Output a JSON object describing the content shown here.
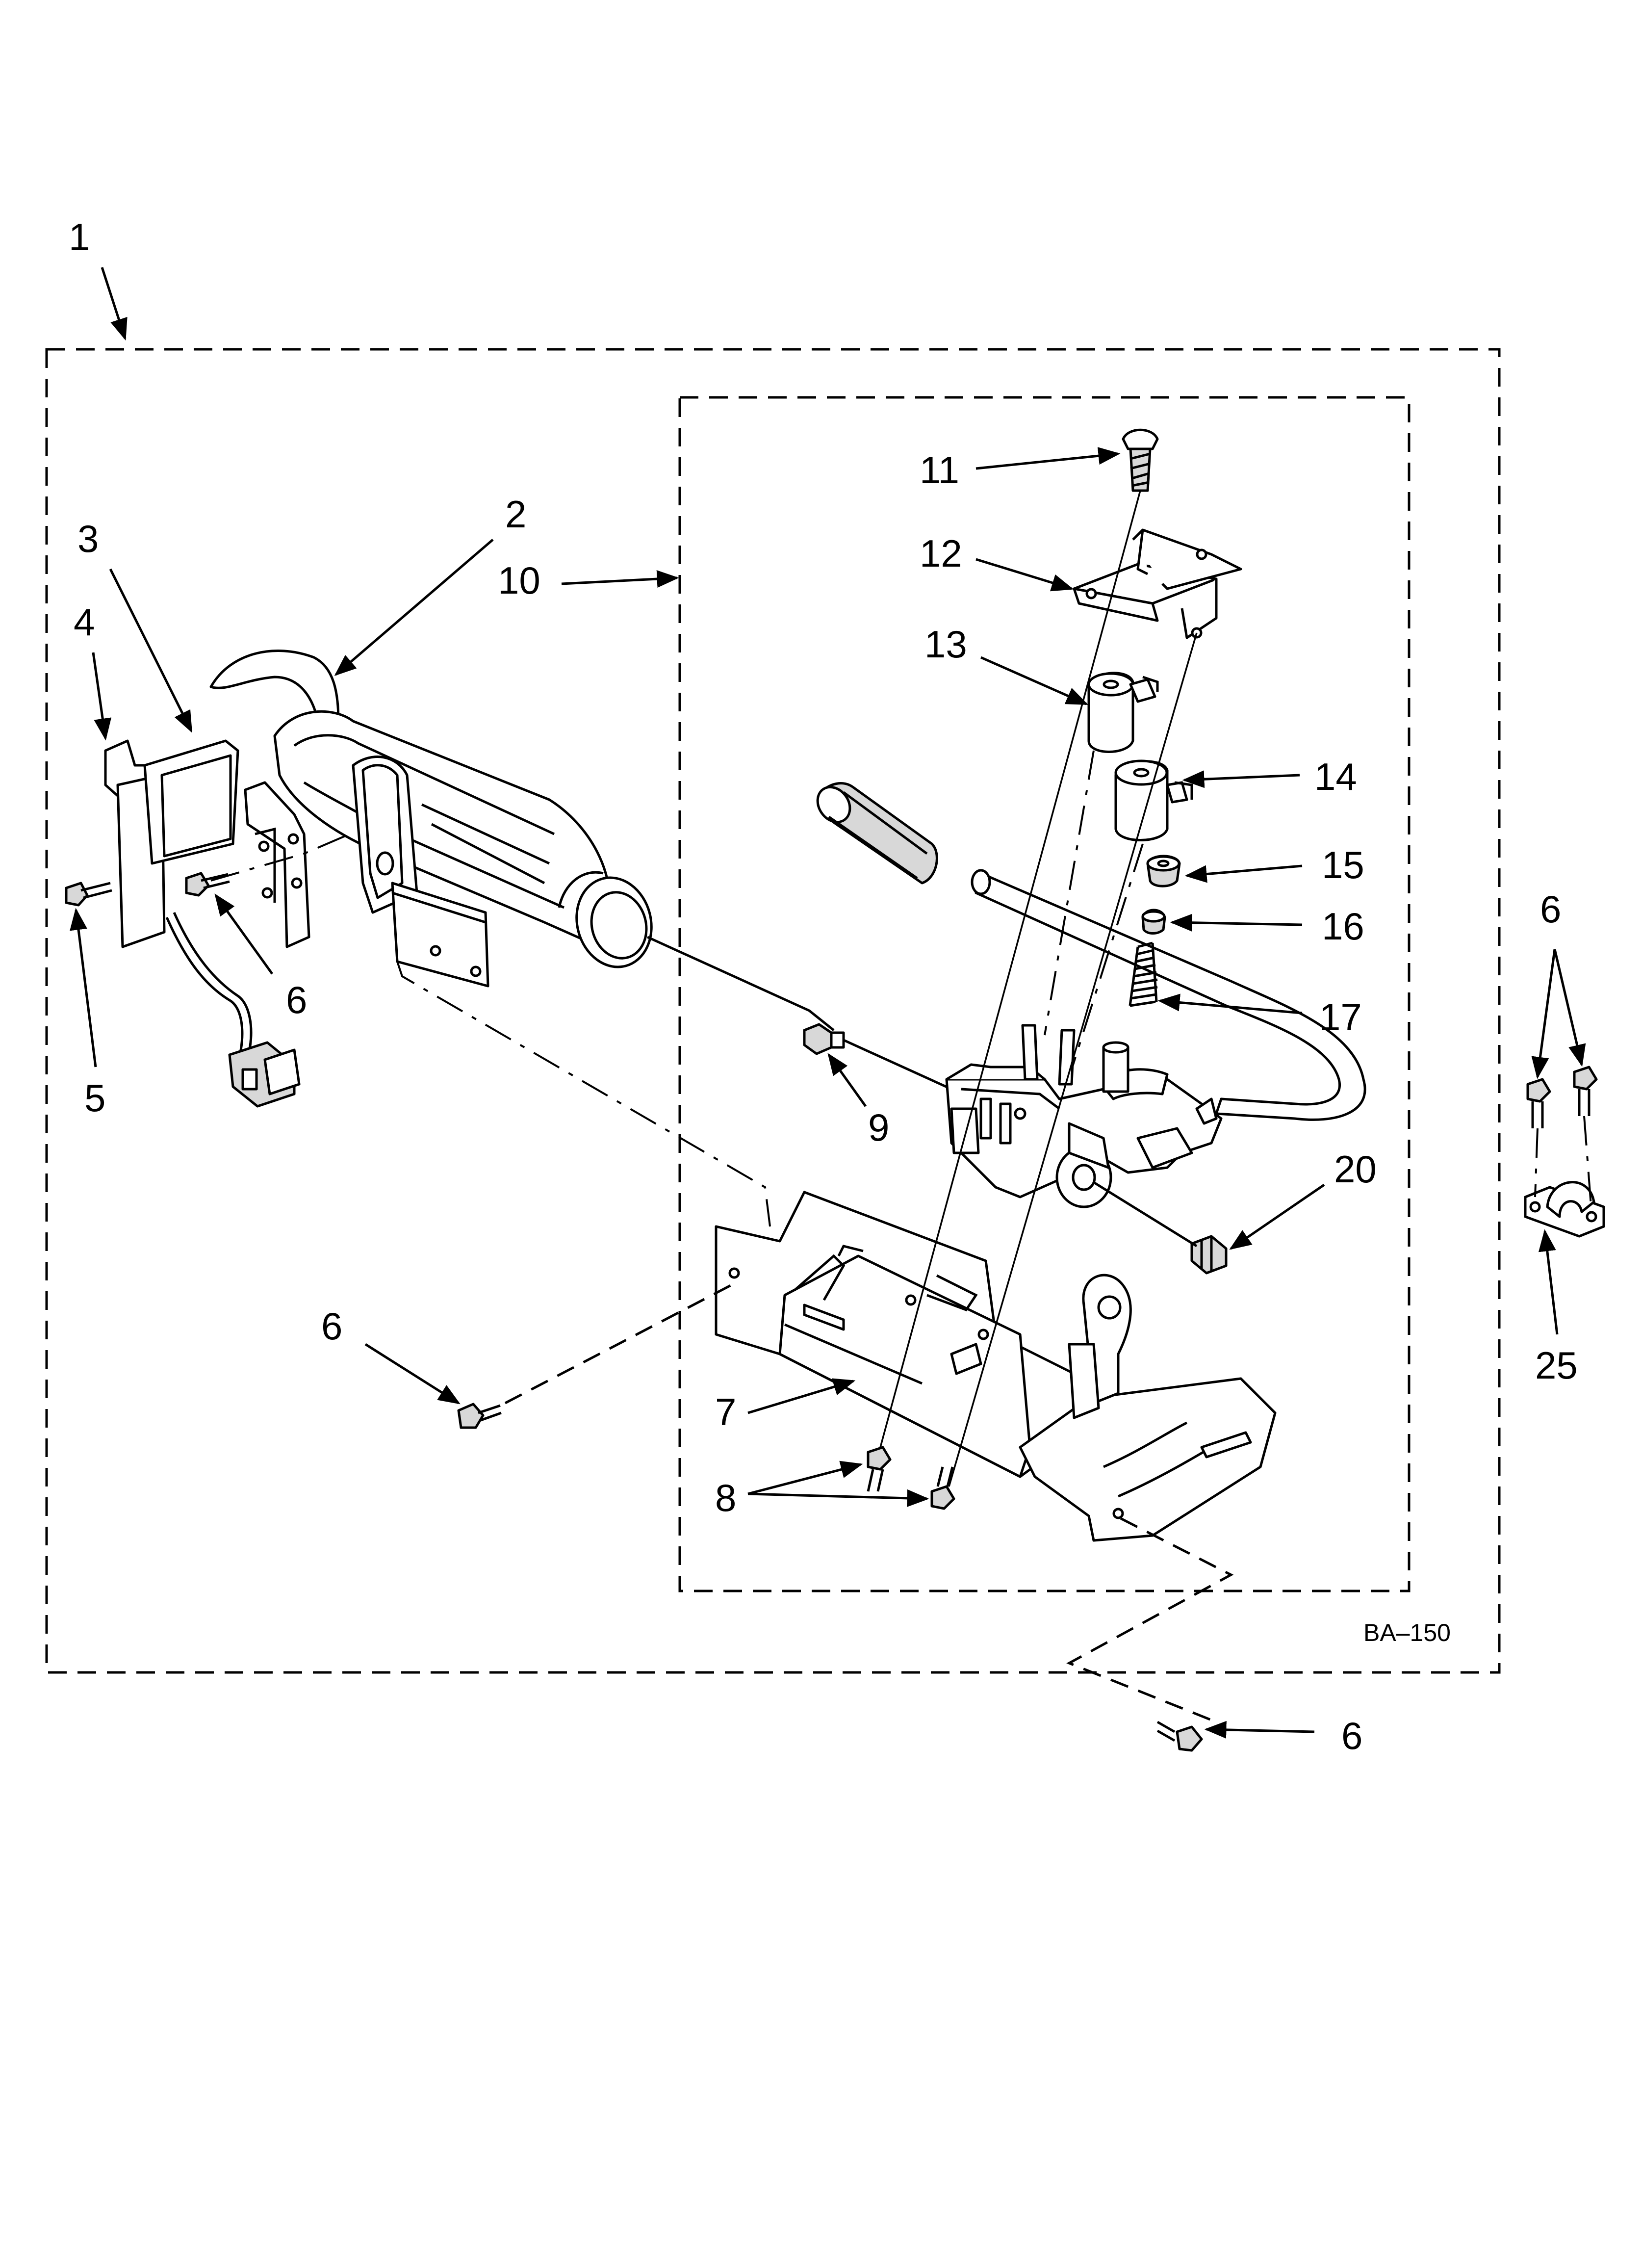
{
  "diagram": {
    "drawing_code": "BA–150",
    "callouts": {
      "c1": "1",
      "c2": "2",
      "c3": "3",
      "c4": "4",
      "c5": "5",
      "c6_left": "6",
      "c6_mid": "6",
      "c6_right": "6",
      "c6_bottom": "6",
      "c7": "7",
      "c8": "8",
      "c9": "9",
      "c10": "10",
      "c11": "11",
      "c12": "12",
      "c13": "13",
      "c14": "14",
      "c15": "15",
      "c16": "16",
      "c17": "17",
      "c20": "20",
      "c25": "25"
    }
  }
}
